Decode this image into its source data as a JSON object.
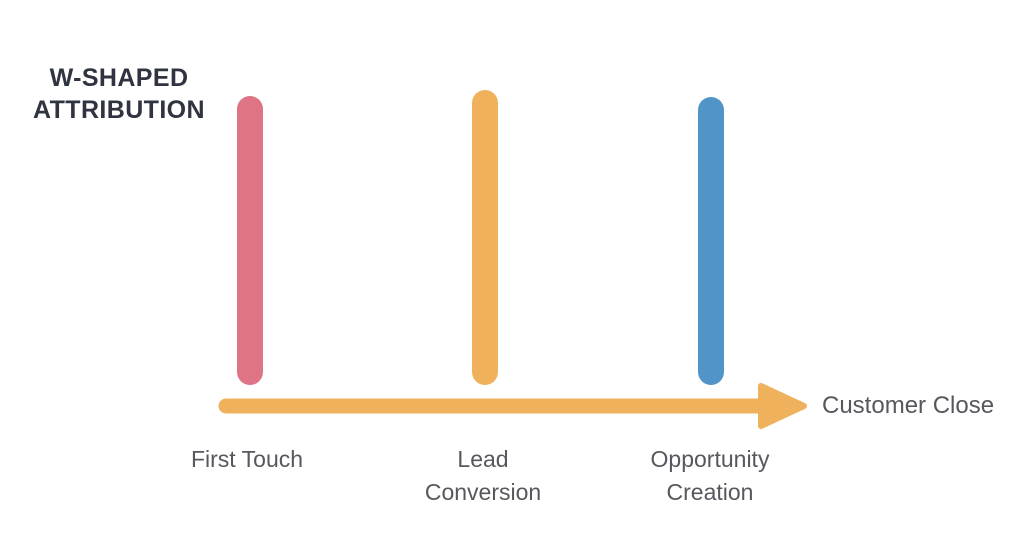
{
  "title": {
    "line1": "W-SHAPED",
    "line2": "ATTRIBUTION"
  },
  "bars": [
    {
      "id": "first-touch",
      "label_lines": [
        "First Touch"
      ],
      "color": "#DE7486"
    },
    {
      "id": "lead-conversion",
      "label_lines": [
        "Lead",
        "Conversion"
      ],
      "color": "#F0B15D"
    },
    {
      "id": "opportunity-creation",
      "label_lines": [
        "Opportunity",
        "Creation"
      ],
      "color": "#5094C8"
    }
  ],
  "axis": {
    "label": "Customer Close",
    "color": "#F0B15D"
  },
  "colors": {
    "title_ink": "#2F3440",
    "label_gray": "#57585E",
    "background": "#FFFFFF"
  }
}
